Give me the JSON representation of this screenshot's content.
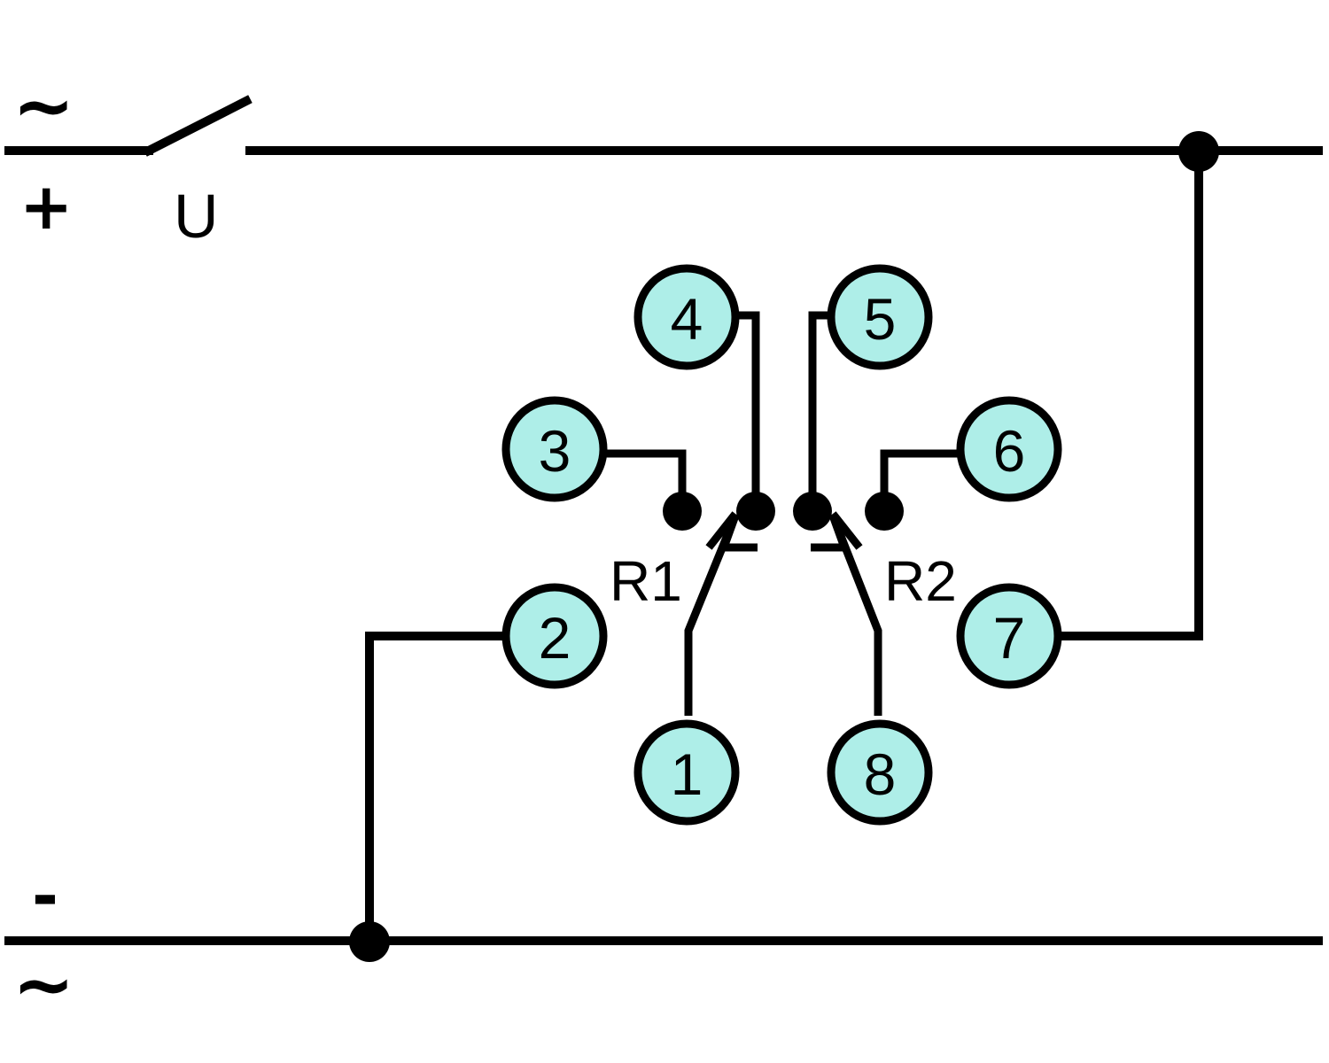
{
  "colors": {
    "pin_fill": "#aeeee8",
    "line": "#000000",
    "background": "#ffffff"
  },
  "supply": {
    "top_ac_symbol": "~",
    "top_polarity": "+",
    "bottom_polarity": "-",
    "bottom_ac_symbol": "~",
    "switch_label": "U"
  },
  "relays": {
    "r1_label": "R1",
    "r2_label": "R2"
  },
  "pins": {
    "p1": "1",
    "p2": "2",
    "p3": "3",
    "p4": "4",
    "p5": "5",
    "p6": "6",
    "p7": "7",
    "p8": "8"
  }
}
